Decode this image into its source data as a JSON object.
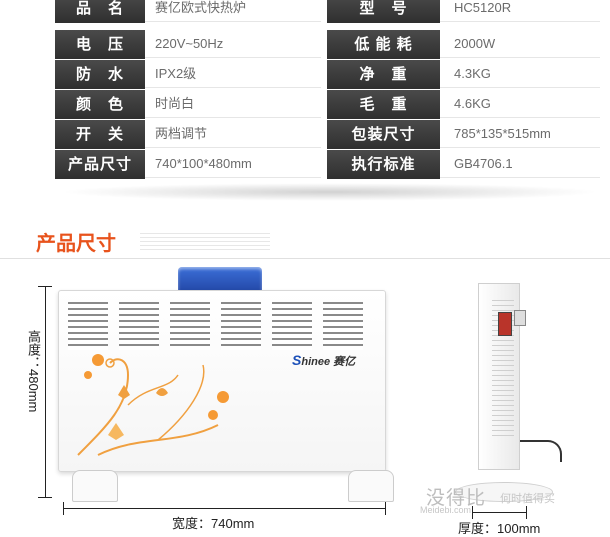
{
  "specs": [
    {
      "l_label": "品　名",
      "l_value": "赛亿欧式快热炉",
      "r_label": "型　号",
      "r_value": "HC5120R"
    },
    {
      "l_label": "电　压",
      "l_value": "220V~50Hz",
      "r_label": "低 能 耗",
      "r_value": "2000W"
    },
    {
      "l_label": "防　水",
      "l_value": "IPX2级",
      "r_label": "净　重",
      "r_value": "4.3KG"
    },
    {
      "l_label": "颜　色",
      "l_value": "时尚白",
      "r_label": "毛　重",
      "r_value": "4.6KG"
    },
    {
      "l_label": "开　关",
      "l_value": "两档调节",
      "r_label": "包装尺寸",
      "r_value": "785*135*515mm"
    },
    {
      "l_label": "产品尺寸",
      "l_value": "740*100*480mm",
      "r_label": "执行标准",
      "r_value": "GB4706.1"
    }
  ],
  "section_title": "产品尺寸",
  "dimensions": {
    "height_label": "高度：480mm",
    "width_label": "宽度：740mm",
    "depth_label": "厚度：100mm"
  },
  "brand_text": "hinee",
  "brand_initial": "S",
  "brand_sub": "赛亿",
  "watermark": {
    "main": "没得比",
    "sub": "何时值得买",
    "url": "Meidebi.com"
  },
  "colors": {
    "accent": "#e8531c",
    "label_bg": "#3a3a3a",
    "handle": "#2a56c4"
  }
}
